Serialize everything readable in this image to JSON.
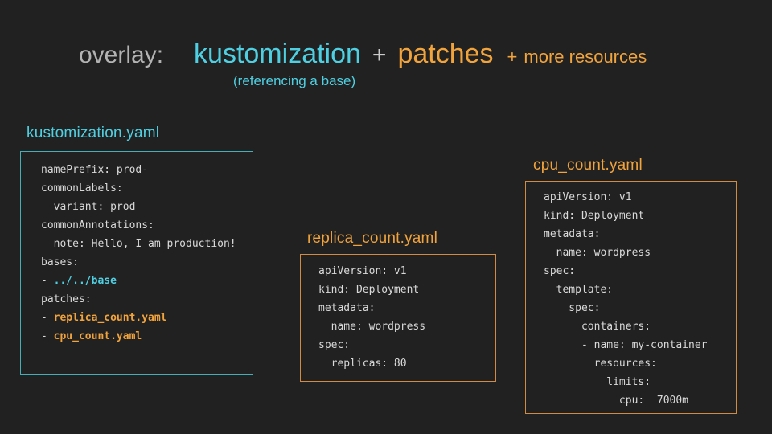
{
  "colors": {
    "background": "#212121",
    "titleGray": "#b3b3b3",
    "plusGray": "#cccccc",
    "cyan": "#4fd0e2",
    "orange": "#f1a33c",
    "cyanBorder": "#45aeb8",
    "orangeBorder": "#d18b44",
    "codeText": "#d9d9d9"
  },
  "title": {
    "overlay": "overlay:",
    "kustomization": "kustomization",
    "plus1": "+",
    "patches": "patches",
    "plus2": "+",
    "more": "more resources",
    "subtitle": "(referencing a base)"
  },
  "boxes": [
    {
      "label": "kustomization.yaml",
      "accent": "cyan",
      "lines": [
        [
          {
            "t": "namePrefix: prod-"
          }
        ],
        [
          {
            "t": "commonLabels:"
          }
        ],
        [
          {
            "t": "  variant: prod"
          }
        ],
        [
          {
            "t": "commonAnnotations:"
          }
        ],
        [
          {
            "t": "  note: Hello, I am production!"
          }
        ],
        [
          {
            "t": "bases:"
          }
        ],
        [
          {
            "t": "- "
          },
          {
            "t": "../../base",
            "c": "cyan",
            "b": true
          }
        ],
        [
          {
            "t": "patches:"
          }
        ],
        [
          {
            "t": "- "
          },
          {
            "t": "replica_count.yaml",
            "c": "orange",
            "b": true
          }
        ],
        [
          {
            "t": "- "
          },
          {
            "t": "cpu_count.yaml",
            "c": "orange",
            "b": true
          }
        ]
      ]
    },
    {
      "label": "replica_count.yaml",
      "accent": "orange",
      "lines": [
        [
          {
            "t": "apiVersion: v1"
          }
        ],
        [
          {
            "t": "kind: Deployment"
          }
        ],
        [
          {
            "t": "metadata:"
          }
        ],
        [
          {
            "t": "  name: wordpress"
          }
        ],
        [
          {
            "t": "spec:"
          }
        ],
        [
          {
            "t": "  replicas: 80"
          }
        ]
      ]
    },
    {
      "label": "cpu_count.yaml",
      "accent": "orange",
      "lines": [
        [
          {
            "t": "apiVersion: v1"
          }
        ],
        [
          {
            "t": "kind: Deployment"
          }
        ],
        [
          {
            "t": "metadata:"
          }
        ],
        [
          {
            "t": "  name: wordpress"
          }
        ],
        [
          {
            "t": "spec:"
          }
        ],
        [
          {
            "t": "  template:"
          }
        ],
        [
          {
            "t": "    spec:"
          }
        ],
        [
          {
            "t": "      containers:"
          }
        ],
        [
          {
            "t": "      - name: my-container"
          }
        ],
        [
          {
            "t": "        resources:"
          }
        ],
        [
          {
            "t": "          limits:"
          }
        ],
        [
          {
            "t": "            cpu:  7000m"
          }
        ]
      ]
    }
  ]
}
